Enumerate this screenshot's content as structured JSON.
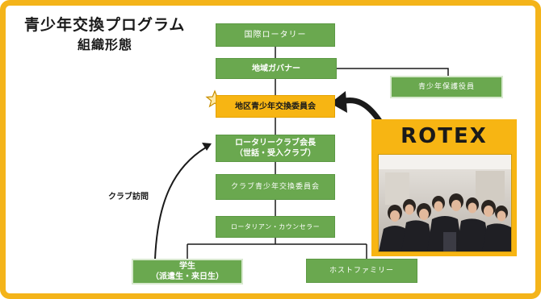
{
  "title": {
    "line1": "青少年交換プログラム",
    "line2": "組織形態"
  },
  "boxes": {
    "rotary_international": "国際ロータリー",
    "district_governor": "地域ガバナー",
    "youth_protection_officer": "青少年保護役員",
    "district_committee": "地区青少年交換委員会",
    "club_president": "ロータリークラブ会長\n（世話・受入クラブ）",
    "club_committee": "クラブ青少年交換委員会",
    "counselor": "ロータリアン・カウンセラー",
    "student": "学生\n（派遣生・来日生）",
    "host_family": "ホストファミリー"
  },
  "annotations": {
    "club_visit": "クラブ訪問",
    "rotex": "ROTEX"
  },
  "colors": {
    "frame": "#f4b41a",
    "box_green": "#6aa84f",
    "highlight": "#f7b513",
    "connector": "#1a1a1a"
  },
  "icons": {
    "star": "star-outline-icon",
    "arrow": "curved-arrow-icon",
    "photo": "group-photo"
  }
}
